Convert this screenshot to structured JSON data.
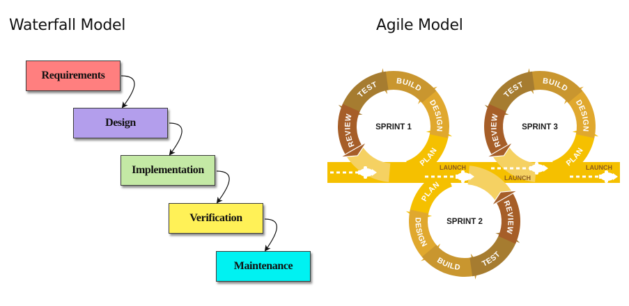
{
  "waterfall": {
    "title": "Waterfall Model",
    "stages": [
      {
        "label": "Requirements",
        "color": "#FF7F7F"
      },
      {
        "label": "Design",
        "color": "#B39EEC"
      },
      {
        "label": "Implementation",
        "color": "#C4E9A5"
      },
      {
        "label": "Verification",
        "color": "#FFF157"
      },
      {
        "label": "Maintenance",
        "color": "#00F2F2"
      }
    ]
  },
  "agile": {
    "title": "Agile Model",
    "colors": {
      "track": "#F5C000",
      "tail": "#F5D162",
      "review": "#A65E28",
      "test": "#A67C30",
      "build": "#C9962F",
      "design": "#E0A82E",
      "plan": "#F5C000",
      "launch_text": "#8A5A1E"
    },
    "phase_labels": {
      "plan": "PLAN",
      "design": "DESIGN",
      "build": "BUILD",
      "test": "TEST",
      "review": "REVIEW"
    },
    "sprints": [
      {
        "label": "SPRINT 1"
      },
      {
        "label": "SPRINT 2"
      },
      {
        "label": "SPRINT 3"
      }
    ],
    "launch_labels": [
      "LAUNCH",
      "LAUNCH",
      "LAUNCH"
    ]
  }
}
